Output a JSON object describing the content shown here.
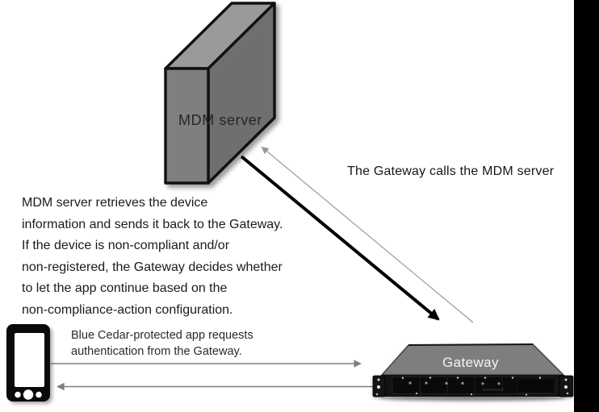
{
  "diagram": {
    "nodes": {
      "mdm_server_label": "MDM server",
      "gateway_label": "Gateway",
      "device": "smartphone"
    },
    "annotations": {
      "gateway_calls_mdm": "The Gateway calls the MDM server",
      "mdm_response": "MDM server retrieves the device\ninformation and sends it back to the Gateway.\nIf the device is non-compliant and/or\nnon-registered, the Gateway decides whether\nto let the app continue based on the\nnon-compliance-action configuration.",
      "app_request": "Blue Cedar-protected app requests\nauthentication from the Gateway."
    },
    "arrows": [
      {
        "name": "arrow-mdm-to-gateway",
        "style": "thick-black",
        "direction": "mdm-box to gateway-appliance"
      },
      {
        "name": "arrow-gateway-to-mdm",
        "style": "thin-gray",
        "direction": "gateway-appliance to mdm-box"
      },
      {
        "name": "arrow-app-to-gateway",
        "style": "thin-gray",
        "direction": "smartphone to gateway-appliance"
      },
      {
        "name": "arrow-gateway-to-app",
        "style": "thin-gray",
        "direction": "gateway-appliance to smartphone"
      }
    ],
    "colors": {
      "background": "#ffffff",
      "box_left_face": "#7f7f7f",
      "box_top_face": "#9a9a9a",
      "box_right_face": "#6f6f6f",
      "box_edge": "#111111",
      "rack_top_face": "#7e7e7e",
      "rack_front": "#121212",
      "arrow_black": "#000000",
      "arrow_gray": "#7f7f7f",
      "right_sidebar": "#000000",
      "led_amber": "#b09249"
    }
  }
}
